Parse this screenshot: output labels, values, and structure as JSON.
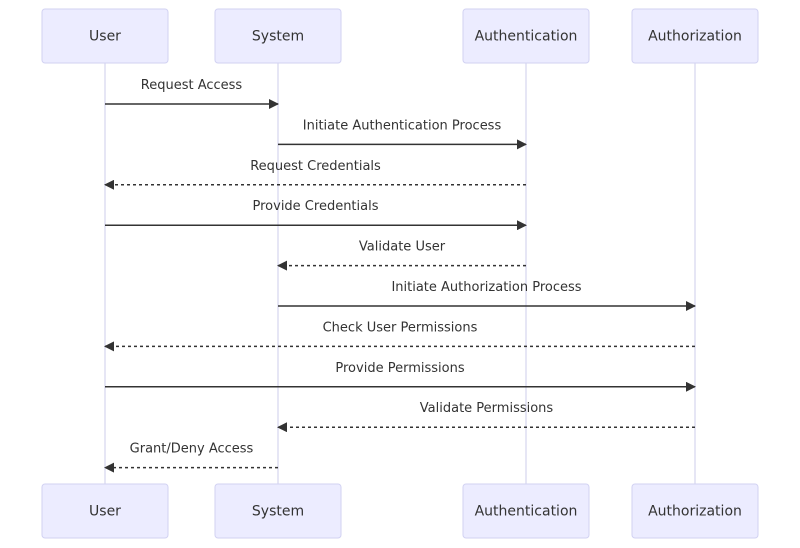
{
  "diagram": {
    "type": "sequence",
    "participants": [
      {
        "id": "user",
        "label": "User"
      },
      {
        "id": "system",
        "label": "System"
      },
      {
        "id": "authentication",
        "label": "Authentication"
      },
      {
        "id": "authorization",
        "label": "Authorization"
      }
    ],
    "messages": [
      {
        "from": "user",
        "to": "system",
        "label": "Request Access",
        "style": "solid"
      },
      {
        "from": "system",
        "to": "authentication",
        "label": "Initiate Authentication Process",
        "style": "solid"
      },
      {
        "from": "authentication",
        "to": "user",
        "label": "Request Credentials",
        "style": "dotted"
      },
      {
        "from": "user",
        "to": "authentication",
        "label": "Provide Credentials",
        "style": "solid"
      },
      {
        "from": "authentication",
        "to": "system",
        "label": "Validate User",
        "style": "dotted"
      },
      {
        "from": "system",
        "to": "authorization",
        "label": "Initiate Authorization Process",
        "style": "solid"
      },
      {
        "from": "authorization",
        "to": "user",
        "label": "Check User Permissions",
        "style": "dotted"
      },
      {
        "from": "user",
        "to": "authorization",
        "label": "Provide Permissions",
        "style": "solid"
      },
      {
        "from": "authorization",
        "to": "system",
        "label": "Validate Permissions",
        "style": "dotted"
      },
      {
        "from": "system",
        "to": "user",
        "label": "Grant/Deny Access",
        "style": "dotted"
      }
    ],
    "colors": {
      "actor_fill": "#ECECFF",
      "actor_border": "#d2d2f2",
      "lifeline": "#d5d5ee",
      "arrow": "#333333",
      "text": "#333333"
    }
  }
}
